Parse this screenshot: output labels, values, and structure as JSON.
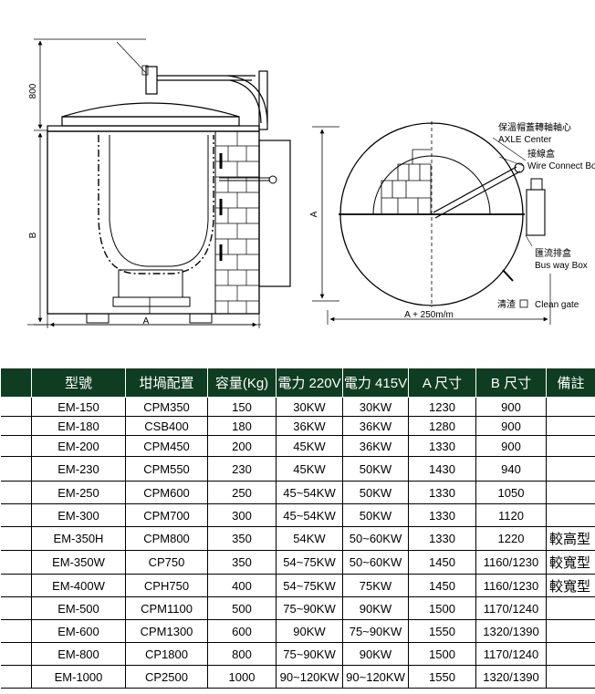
{
  "drawing": {
    "front_view": {
      "dim_height_top": "800",
      "dim_height_body": "B",
      "dim_width": "A"
    },
    "side_view": {
      "dim_height": "A",
      "dim_width": "A + 250m/m",
      "callout_axle_zh": "保溫帽蓋轉軸軸心",
      "callout_axle_en": "AXLE Center",
      "callout_wire_zh": "接線盒",
      "callout_wire_en": "Wire Connect Box",
      "callout_bus_zh": "匯流排盒",
      "callout_bus_en": "Bus way Box",
      "callout_clean_zh": "清渣",
      "callout_clean_en": "Clean gate"
    }
  },
  "table": {
    "headers": [
      "型號",
      "坩堝配置",
      "容量(Kg)",
      "電力 220V",
      "電力 415V",
      "A 尺寸",
      "B 尺寸",
      "備註"
    ],
    "rows": [
      [
        "EM-150",
        "CPM350",
        "150",
        "30KW",
        "30KW",
        "1230",
        "900",
        ""
      ],
      [
        "EM-180",
        "CSB400",
        "180",
        "36KW",
        "36KW",
        "1280",
        "900",
        ""
      ],
      [
        "EM-200",
        "CPM450",
        "200",
        "45KW",
        "36KW",
        "1330",
        "900",
        ""
      ],
      [
        "EM-230",
        "CPM550",
        "230",
        "45KW",
        "50KW",
        "1430",
        "940",
        ""
      ],
      [
        "EM-250",
        "CPM600",
        "250",
        "45~54KW",
        "50KW",
        "1330",
        "1050",
        ""
      ],
      [
        "EM-300",
        "CPM700",
        "300",
        "45~54KW",
        "50KW",
        "1330",
        "1120",
        ""
      ],
      [
        "EM-350H",
        "CPM800",
        "350",
        "54KW",
        "50~60KW",
        "1330",
        "1220",
        "較高型"
      ],
      [
        "EM-350W",
        "CP750",
        "350",
        "54~75KW",
        "50~60KW",
        "1450",
        "1160/1230",
        "較寬型"
      ],
      [
        "EM-400W",
        "CPH750",
        "400",
        "54~75KW",
        "75KW",
        "1450",
        "1160/1230",
        "較寬型"
      ],
      [
        "EM-500",
        "CPM1100",
        "500",
        "75~90KW",
        "90KW",
        "1500",
        "1170/1240",
        ""
      ],
      [
        "EM-600",
        "CPM1300",
        "600",
        "90KW",
        "75~90KW",
        "1550",
        "1320/1390",
        ""
      ],
      [
        "EM-800",
        "CP1800",
        "800",
        "75~90KW",
        "90KW",
        "1500",
        "1170/1240",
        ""
      ],
      [
        "EM-1000",
        "CP2500",
        "1000",
        "90~120KW",
        "90~120KW",
        "1550",
        "1320/1390",
        ""
      ]
    ],
    "colors": {
      "header_bg": "#0f3d22",
      "header_text": "#ffffff"
    }
  }
}
